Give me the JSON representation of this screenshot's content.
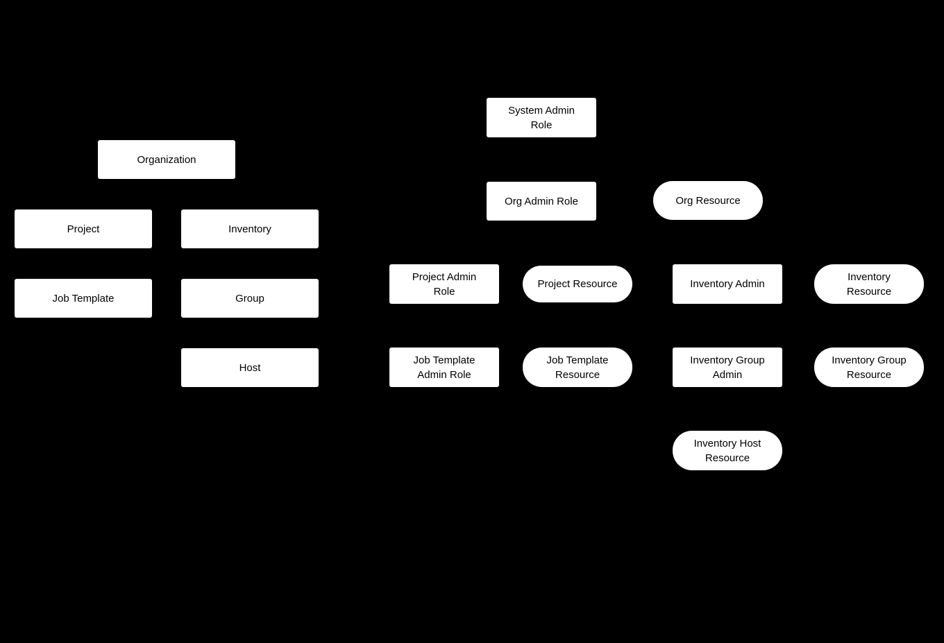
{
  "diagram": {
    "background_color": "#000000",
    "node_fill_color": "#ffffff",
    "node_text_color": "#000000",
    "shape_types": [
      "rectangle",
      "pill"
    ]
  },
  "nodes": {
    "organization": {
      "label": "Organization",
      "shape": "rectangle"
    },
    "project": {
      "label": "Project",
      "shape": "rectangle"
    },
    "inventory": {
      "label": "Inventory",
      "shape": "rectangle"
    },
    "job_template": {
      "label": "Job Template",
      "shape": "rectangle"
    },
    "group": {
      "label": "Group",
      "shape": "rectangle"
    },
    "host": {
      "label": "Host",
      "shape": "rectangle"
    },
    "system_admin_role": {
      "label": "System Admin\nRole",
      "shape": "rectangle"
    },
    "org_admin_role": {
      "label": "Org Admin Role",
      "shape": "rectangle"
    },
    "org_resource": {
      "label": "Org Resource",
      "shape": "pill"
    },
    "project_admin_role": {
      "label": "Project Admin\nRole",
      "shape": "rectangle"
    },
    "project_resource": {
      "label": "Project Resource",
      "shape": "pill"
    },
    "inventory_admin": {
      "label": "Inventory Admin",
      "shape": "rectangle"
    },
    "inventory_resource": {
      "label": "Inventory\nResource",
      "shape": "pill"
    },
    "job_template_admin_role": {
      "label": "Job Template\nAdmin Role",
      "shape": "rectangle"
    },
    "job_template_resource": {
      "label": "Job Template\nResource",
      "shape": "pill"
    },
    "inventory_group_admin": {
      "label": "Inventory Group\nAdmin",
      "shape": "rectangle"
    },
    "inventory_group_resource": {
      "label": "Inventory Group\nResource",
      "shape": "pill"
    },
    "inventory_host_resource": {
      "label": "Inventory Host\nResource",
      "shape": "pill"
    }
  }
}
